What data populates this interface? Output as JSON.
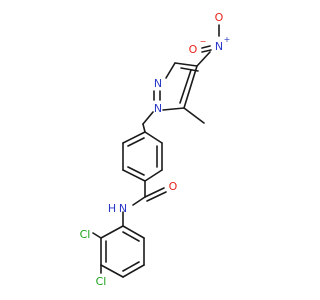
{
  "atoms": {
    "nitro_n": "N",
    "nitro_plus": "+",
    "nitro_o_top": "O",
    "nitro_o_left": "O",
    "nitro_minus": "−",
    "pyrazole_n2": "N",
    "pyrazole_n1": "N",
    "amide_o": "O",
    "amide_n": "N",
    "amide_h": "H",
    "cl_upper": "Cl",
    "cl_lower": "Cl"
  },
  "colors": {
    "bond": "#1a1a1a",
    "nitrogen": "#2b39c9",
    "oxygen": "#e8231d",
    "chlorine": "#1aa31a"
  }
}
